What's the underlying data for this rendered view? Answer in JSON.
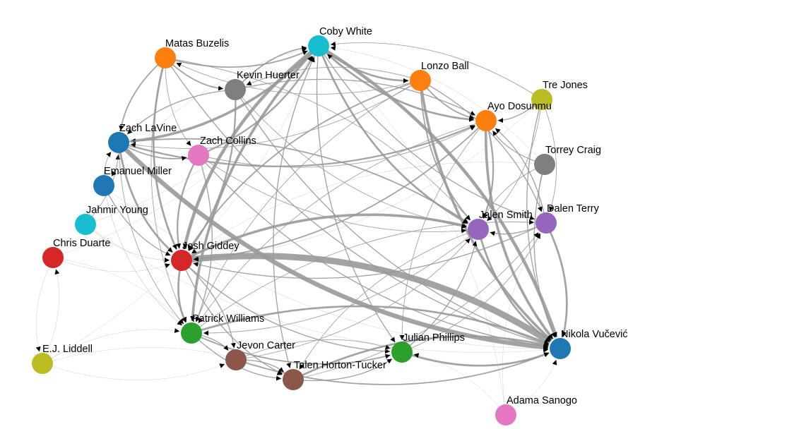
{
  "graph": {
    "edge_color": "#999999",
    "arrow_color": "#000000",
    "nodes": [
      {
        "id": "coby",
        "label": "Coby White",
        "color": "#17becf"
      },
      {
        "id": "matas",
        "label": "Matas Buzelis",
        "color": "#ff7f0e"
      },
      {
        "id": "kevin",
        "label": "Kevin Huerter",
        "color": "#7f7f7f"
      },
      {
        "id": "lonzo",
        "label": "Lonzo Ball",
        "color": "#ff7f0e"
      },
      {
        "id": "trejones",
        "label": "Tre Jones",
        "color": "#bcbd22"
      },
      {
        "id": "ayo",
        "label": "Ayo Dosunmu",
        "color": "#ff7f0e"
      },
      {
        "id": "lavine",
        "label": "Zach LaVine",
        "color": "#1f77b4"
      },
      {
        "id": "collins",
        "label": "Zach Collins",
        "color": "#e377c2"
      },
      {
        "id": "torrey",
        "label": "Torrey Craig",
        "color": "#7f7f7f"
      },
      {
        "id": "emanuel",
        "label": "Emanuel Miller",
        "color": "#1f77b4"
      },
      {
        "id": "jahmir",
        "label": "Jahmir Young",
        "color": "#17becf"
      },
      {
        "id": "jalen",
        "label": "Jalen Smith",
        "color": "#9467bd"
      },
      {
        "id": "dalen",
        "label": "Dalen Terry",
        "color": "#9467bd"
      },
      {
        "id": "duarte",
        "label": "Chris Duarte",
        "color": "#d62728"
      },
      {
        "id": "giddey",
        "label": "Josh Giddey",
        "color": "#d62728"
      },
      {
        "id": "patrick",
        "label": "Patrick Williams",
        "color": "#2ca02c"
      },
      {
        "id": "nikola",
        "label": "Nikola Vučević",
        "color": "#1f77b4"
      },
      {
        "id": "julian",
        "label": "Julian Phillips",
        "color": "#2ca02c"
      },
      {
        "id": "liddell",
        "label": "E.J. Liddell",
        "color": "#bcbd22"
      },
      {
        "id": "jevon",
        "label": "Jevon Carter",
        "color": "#8c564b"
      },
      {
        "id": "talen",
        "label": "Talen Horton-Tucker",
        "color": "#8c564b"
      },
      {
        "id": "adama",
        "label": "Adama Sanogo",
        "color": "#e377c2"
      }
    ],
    "edges": [
      {
        "source": "giddey",
        "target": "nikola",
        "weight": 10
      },
      {
        "source": "lavine",
        "target": "nikola",
        "weight": 7
      },
      {
        "source": "coby",
        "target": "nikola",
        "weight": 5
      },
      {
        "source": "coby",
        "target": "giddey",
        "weight": 5
      },
      {
        "source": "lonzo",
        "target": "nikola",
        "weight": 4
      },
      {
        "source": "ayo",
        "target": "nikola",
        "weight": 4
      },
      {
        "source": "coby",
        "target": "lavine",
        "weight": 4
      },
      {
        "source": "coby",
        "target": "patrick",
        "weight": 4
      },
      {
        "source": "giddey",
        "target": "jalen",
        "weight": 4
      },
      {
        "source": "matas",
        "target": "giddey",
        "weight": 3
      },
      {
        "source": "lavine",
        "target": "giddey",
        "weight": 3
      },
      {
        "source": "giddey",
        "target": "patrick",
        "weight": 3
      },
      {
        "source": "patrick",
        "target": "nikola",
        "weight": 3
      },
      {
        "source": "jalen",
        "target": "nikola",
        "weight": 3
      },
      {
        "source": "dalen",
        "target": "nikola",
        "weight": 3
      },
      {
        "source": "coby",
        "target": "ayo",
        "weight": 3
      },
      {
        "source": "coby",
        "target": "jalen",
        "weight": 3
      },
      {
        "source": "coby",
        "target": "lonzo",
        "weight": 3
      },
      {
        "source": "talen",
        "target": "nikola",
        "weight": 3
      },
      {
        "source": "julian",
        "target": "nikola",
        "weight": 3
      },
      {
        "source": "ayo",
        "target": "jalen",
        "weight": 2.5
      },
      {
        "source": "lavine",
        "target": "ayo",
        "weight": 2.5
      },
      {
        "source": "collins",
        "target": "giddey",
        "weight": 2.5
      },
      {
        "source": "collins",
        "target": "coby",
        "weight": 2.5
      },
      {
        "source": "kevin",
        "target": "giddey",
        "weight": 2.5
      },
      {
        "source": "matas",
        "target": "coby",
        "weight": 2
      },
      {
        "source": "kevin",
        "target": "coby",
        "weight": 2
      },
      {
        "source": "lonzo",
        "target": "ayo",
        "weight": 2
      },
      {
        "source": "lonzo",
        "target": "jalen",
        "weight": 2
      },
      {
        "source": "lonzo",
        "target": "giddey",
        "weight": 2
      },
      {
        "source": "ayo",
        "target": "giddey",
        "weight": 2
      },
      {
        "source": "lavine",
        "target": "collins",
        "weight": 2
      },
      {
        "source": "lavine",
        "target": "jalen",
        "weight": 2
      },
      {
        "source": "matas",
        "target": "lavine",
        "weight": 2
      },
      {
        "source": "matas",
        "target": "kevin",
        "weight": 2
      },
      {
        "source": "trejones",
        "target": "nikola",
        "weight": 1.5
      },
      {
        "source": "trejones",
        "target": "ayo",
        "weight": 1.5
      },
      {
        "source": "torrey",
        "target": "nikola",
        "weight": 1.5
      },
      {
        "source": "torrey",
        "target": "ayo",
        "weight": 1.5
      },
      {
        "source": "emanuel",
        "target": "giddey",
        "weight": 1.5
      },
      {
        "source": "jahmir",
        "target": "lavine",
        "weight": 1
      },
      {
        "source": "patrick",
        "target": "julian",
        "weight": 2
      },
      {
        "source": "patrick",
        "target": "jevon",
        "weight": 1.5
      },
      {
        "source": "patrick",
        "target": "talen",
        "weight": 1.5
      },
      {
        "source": "jevon",
        "target": "talen",
        "weight": 1.5
      },
      {
        "source": "jevon",
        "target": "nikola",
        "weight": 2
      },
      {
        "source": "talen",
        "target": "julian",
        "weight": 1.5
      },
      {
        "source": "julian",
        "target": "jalen",
        "weight": 1.5
      },
      {
        "source": "dalen",
        "target": "jalen",
        "weight": 1.5
      },
      {
        "source": "dalen",
        "target": "ayo",
        "weight": 1.5
      },
      {
        "source": "dalen",
        "target": "giddey",
        "weight": 1.5
      },
      {
        "source": "collins",
        "target": "nikola",
        "weight": 1.5
      },
      {
        "source": "kevin",
        "target": "nikola",
        "weight": 1.5
      },
      {
        "source": "matas",
        "target": "nikola",
        "weight": 1.5
      },
      {
        "source": "collins",
        "target": "patrick",
        "weight": 1.5
      },
      {
        "source": "kevin",
        "target": "lavine",
        "weight": 1.5
      },
      {
        "source": "kevin",
        "target": "ayo",
        "weight": 1.5
      },
      {
        "source": "coby",
        "target": "dalen",
        "weight": 1.5
      },
      {
        "source": "coby",
        "target": "talen",
        "weight": 1.5
      },
      {
        "source": "coby",
        "target": "julian",
        "weight": 1.5
      },
      {
        "source": "lonzo",
        "target": "dalen",
        "weight": 1.5
      },
      {
        "source": "lonzo",
        "target": "patrick",
        "weight": 1
      },
      {
        "source": "jalen",
        "target": "patrick",
        "weight": 1
      },
      {
        "source": "jalen",
        "target": "talen",
        "weight": 1
      },
      {
        "source": "giddey",
        "target": "julian",
        "weight": 1.5
      },
      {
        "source": "giddey",
        "target": "talen",
        "weight": 1.5
      },
      {
        "source": "giddey",
        "target": "jevon",
        "weight": 1.5
      },
      {
        "source": "duarte",
        "target": "giddey",
        "weight": 0.5
      },
      {
        "source": "liddell",
        "target": "patrick",
        "weight": 0.5
      },
      {
        "source": "liddell",
        "target": "duarte",
        "weight": 0.5
      },
      {
        "source": "adama",
        "target": "nikola",
        "weight": 0.5
      },
      {
        "source": "matas",
        "target": "collins",
        "weight": 1
      },
      {
        "source": "matas",
        "target": "jalen",
        "weight": 1
      },
      {
        "source": "matas",
        "target": "patrick",
        "weight": 1
      },
      {
        "source": "emanuel",
        "target": "lavine",
        "weight": 1
      },
      {
        "source": "emanuel",
        "target": "patrick",
        "weight": 0.7
      },
      {
        "source": "jahmir",
        "target": "giddey",
        "weight": 0.7
      },
      {
        "source": "torrey",
        "target": "jalen",
        "weight": 1
      },
      {
        "source": "trejones",
        "target": "jalen",
        "weight": 1
      },
      {
        "source": "trejones",
        "target": "coby",
        "weight": 1
      },
      {
        "source": "trejones",
        "target": "dalen",
        "weight": 1
      },
      {
        "source": "torrey",
        "target": "dalen",
        "weight": 1
      },
      {
        "source": "julian",
        "target": "dalen",
        "weight": 1
      },
      {
        "source": "jevon",
        "target": "jalen",
        "weight": 1
      },
      {
        "source": "jevon",
        "target": "julian",
        "weight": 1
      },
      {
        "source": "talen",
        "target": "dalen",
        "weight": 1
      },
      {
        "source": "patrick",
        "target": "dalen",
        "weight": 1
      },
      {
        "source": "collins",
        "target": "ayo",
        "weight": 1
      },
      {
        "source": "collins",
        "target": "jalen",
        "weight": 1
      },
      {
        "source": "kevin",
        "target": "jalen",
        "weight": 1
      },
      {
        "source": "lonzo",
        "target": "lavine",
        "weight": 1
      },
      {
        "source": "lonzo",
        "target": "kevin",
        "weight": 1
      },
      {
        "source": "lonzo",
        "target": "matas",
        "weight": 1
      },
      {
        "source": "ayo",
        "target": "patrick",
        "weight": 1
      },
      {
        "source": "ayo",
        "target": "julian",
        "weight": 1
      },
      {
        "source": "lavine",
        "target": "patrick",
        "weight": 1
      },
      {
        "source": "lavine",
        "target": "emanuel",
        "weight": 0.7
      },
      {
        "source": "duarte",
        "target": "liddell",
        "weight": 0.5
      },
      {
        "source": "liddell",
        "target": "talen",
        "weight": 0.4
      },
      {
        "source": "liddell",
        "target": "jevon",
        "weight": 0.4
      },
      {
        "source": "liddell",
        "target": "coby",
        "weight": 0.4
      },
      {
        "source": "duarte",
        "target": "coby",
        "weight": 0.4
      },
      {
        "source": "duarte",
        "target": "patrick",
        "weight": 0.4
      },
      {
        "source": "adama",
        "target": "julian",
        "weight": 0.4
      },
      {
        "source": "adama",
        "target": "dalen",
        "weight": 0.4
      },
      {
        "source": "adama",
        "target": "coby",
        "weight": 0.4
      },
      {
        "source": "torrey",
        "target": "coby",
        "weight": 0.5
      },
      {
        "source": "torrey",
        "target": "giddey",
        "weight": 0.5
      },
      {
        "source": "trejones",
        "target": "giddey",
        "weight": 0.5
      },
      {
        "source": "jahmir",
        "target": "coby",
        "weight": 0.5
      },
      {
        "source": "emanuel",
        "target": "coby",
        "weight": 0.5
      },
      {
        "source": "emanuel",
        "target": "nikola",
        "weight": 0.5
      },
      {
        "source": "jahmir",
        "target": "nikola",
        "weight": 0.4
      }
    ]
  }
}
